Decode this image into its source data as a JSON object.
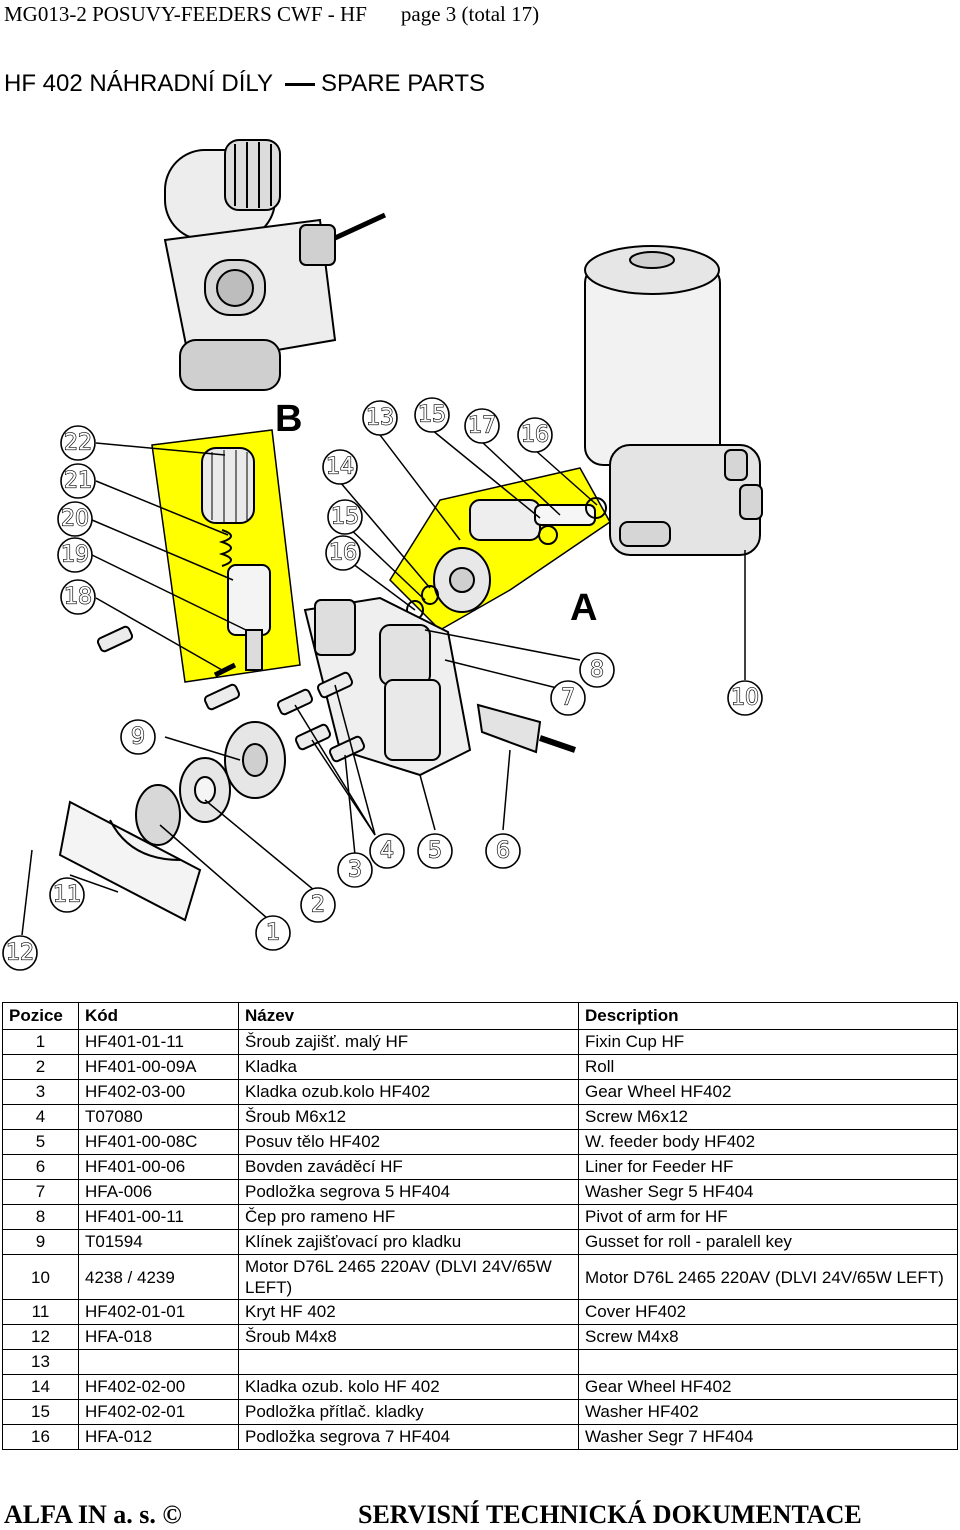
{
  "header": {
    "doc_code": "MG013-2 POSUVY-FEEDERS CWF - HF",
    "page": "page 3 (total 17)"
  },
  "title": {
    "left": "HF 402 NÁHRADNÍ DÍLY",
    "right": "SPARE PARTS"
  },
  "diagram": {
    "assembly_labels": [
      "A",
      "B"
    ],
    "callouts": [
      "1",
      "2",
      "3",
      "4",
      "5",
      "6",
      "7",
      "8",
      "9",
      "10",
      "11",
      "12",
      "13",
      "14",
      "15",
      "16",
      "17",
      "18",
      "19",
      "20",
      "21",
      "22"
    ],
    "colors": {
      "highlight": "#ffff00",
      "part_fill": "#f2f2f2",
      "line": "#000000"
    }
  },
  "table": {
    "headers": {
      "pos": "Pozice",
      "code": "Kód",
      "name": "Název",
      "desc": "Description"
    },
    "rows": [
      {
        "pos": "1",
        "code": "HF401-01-11",
        "name": "Šroub zajišť. malý HF",
        "desc": "Fixin Cup HF"
      },
      {
        "pos": "2",
        "code": "HF401-00-09A",
        "name": "Kladka",
        "desc": "Roll"
      },
      {
        "pos": "3",
        "code": "HF402-03-00",
        "name": "Kladka ozub.kolo HF402",
        "desc": "Gear Wheel HF402"
      },
      {
        "pos": "4",
        "code": "T07080",
        "name": "Šroub M6x12",
        "desc": "Screw M6x12"
      },
      {
        "pos": "5",
        "code": "HF401-00-08C",
        "name": "Posuv tělo HF402",
        "desc": "W. feeder body HF402"
      },
      {
        "pos": "6",
        "code": "HF401-00-06",
        "name": "Bovden zaváděcí HF",
        "desc": "Liner for Feeder HF"
      },
      {
        "pos": "7",
        "code": "HFA-006",
        "name": "Podložka segrova 5 HF404",
        "desc": "Washer Segr 5 HF404"
      },
      {
        "pos": "8",
        "code": "HF401-00-11",
        "name": "Čep pro rameno HF",
        "desc": "Pivot of arm for HF"
      },
      {
        "pos": "9",
        "code": "T01594",
        "name": "Klínek zajišťovací pro kladku",
        "desc": "Gusset for roll - paralell key"
      },
      {
        "pos": "10",
        "code": "4238 / 4239",
        "name": "Motor D76L 2465 220AV (DLVI 24V/65W LEFT)",
        "desc": "Motor D76L 2465 220AV (DLVI 24V/65W LEFT)"
      },
      {
        "pos": "11",
        "code": "HF402-01-01",
        "name": "Kryt HF 402",
        "desc": "Cover HF402"
      },
      {
        "pos": "12",
        "code": "HFA-018",
        "name": "Šroub M4x8",
        "desc": "Screw M4x8"
      },
      {
        "pos": "13",
        "code": "",
        "name": "",
        "desc": ""
      },
      {
        "pos": "14",
        "code": "HF402-02-00",
        "name": "Kladka ozub. kolo HF 402",
        "desc": "Gear Wheel HF402"
      },
      {
        "pos": "15",
        "code": "HF402-02-01",
        "name": "Podložka přítlač. kladky",
        "desc": "Washer HF402"
      },
      {
        "pos": "16",
        "code": "HFA-012",
        "name": "Podložka segrova 7 HF404",
        "desc": "Washer Segr 7 HF404"
      }
    ]
  },
  "footer": {
    "left": "ALFA IN a. s. ©",
    "right": "SERVISNÍ TECHNICKÁ DOKUMENTACE"
  }
}
